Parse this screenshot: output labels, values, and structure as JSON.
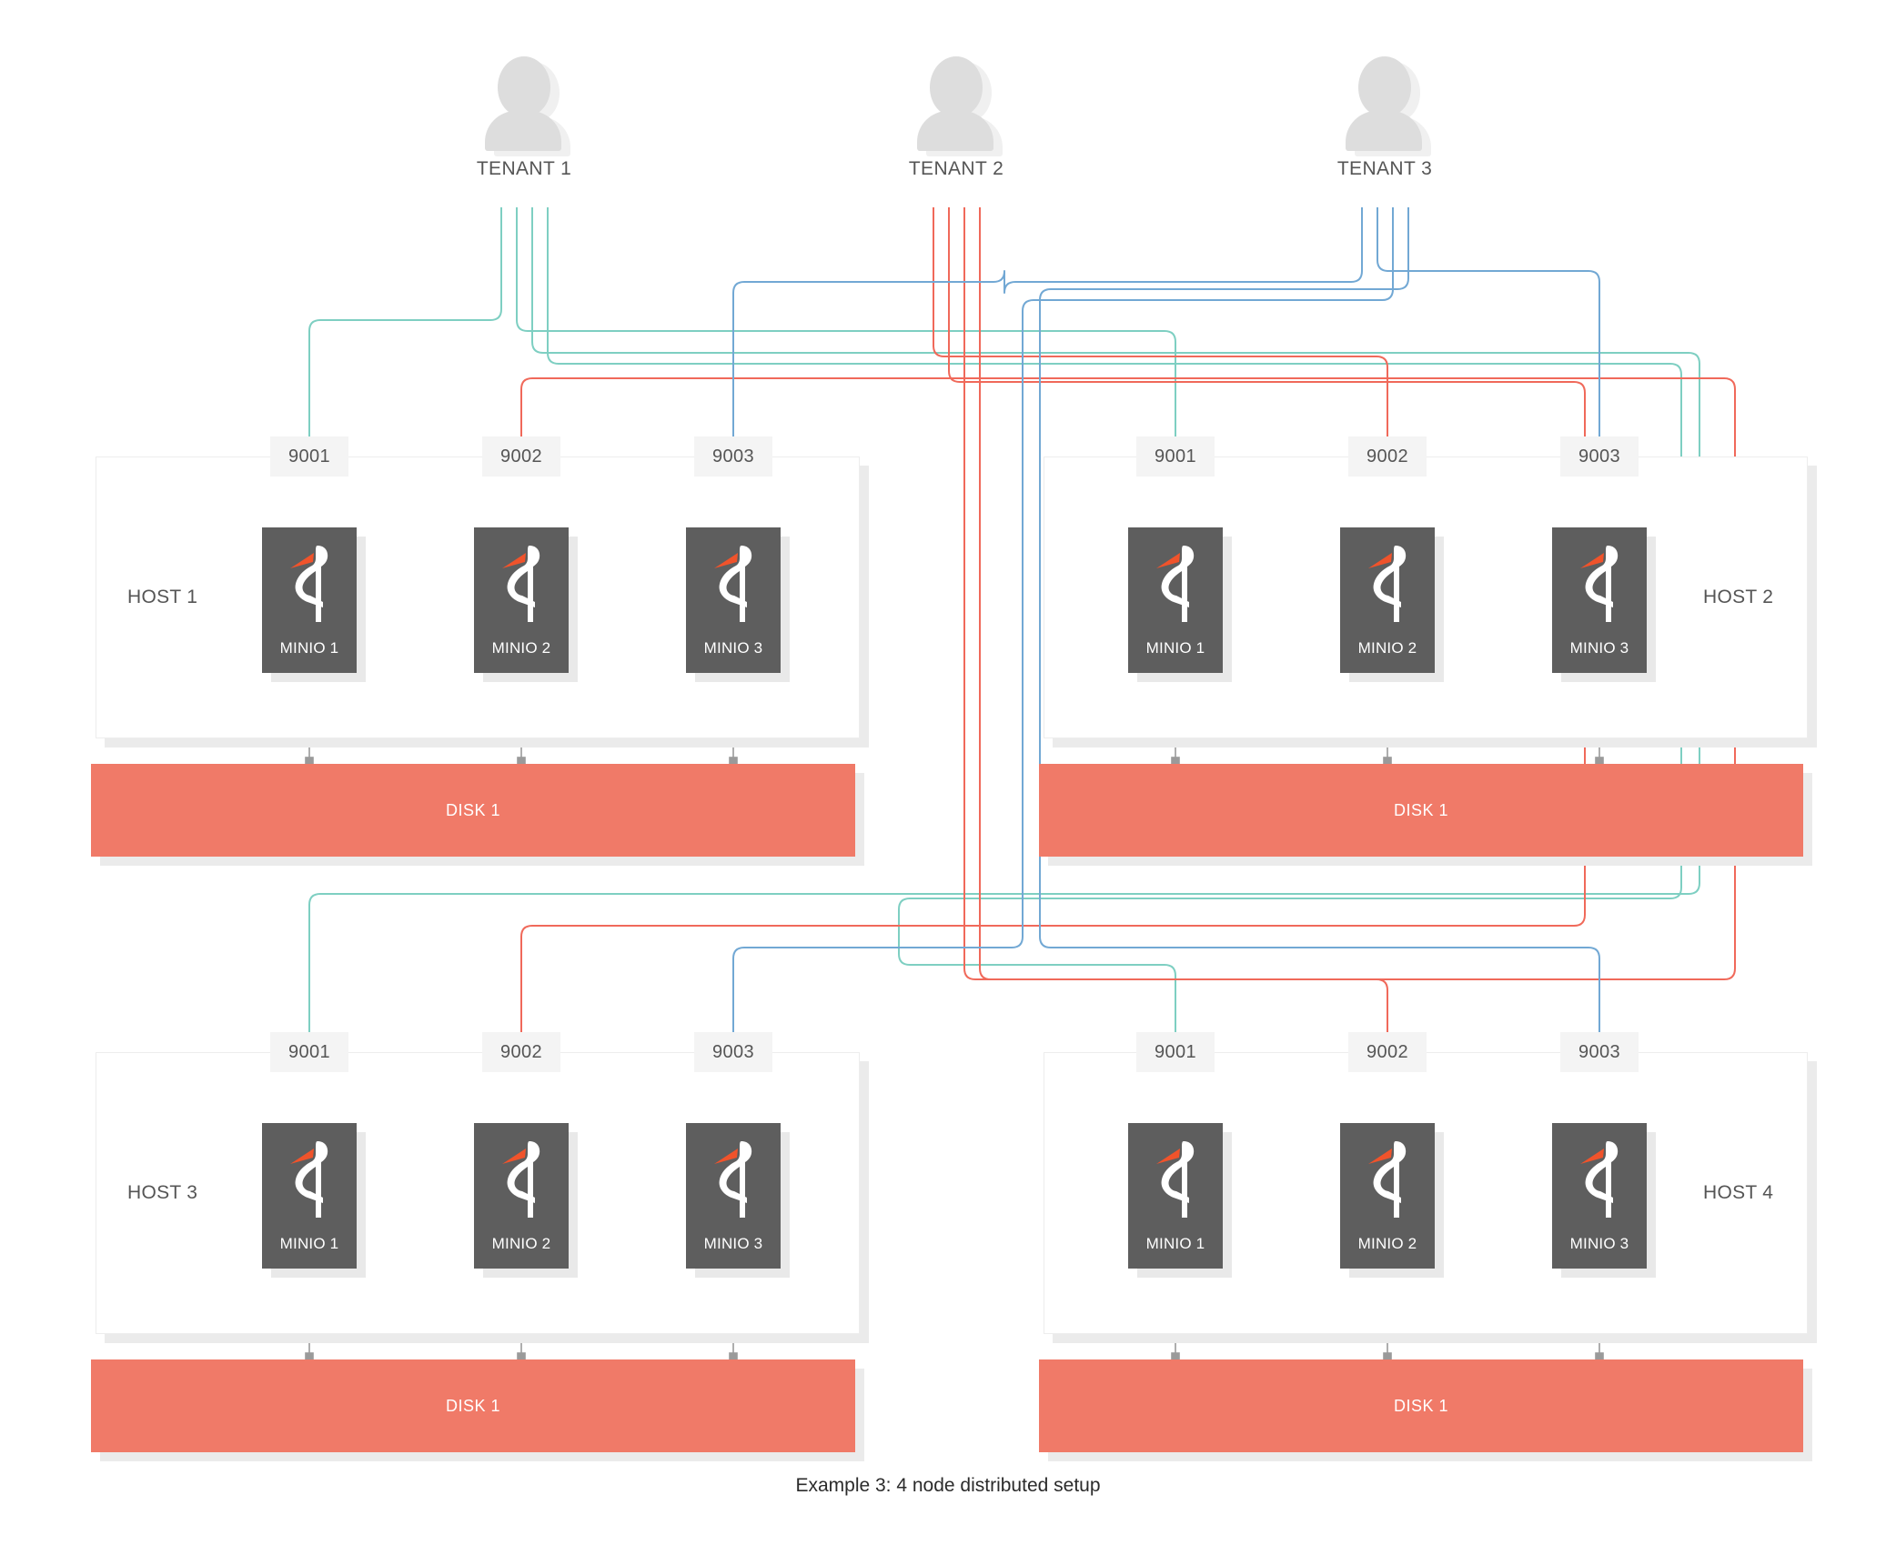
{
  "caption": "Example 3: 4 node distributed setup",
  "colors": {
    "tenant1": "#7ecfc2",
    "tenant2": "#f0695a",
    "tenant3": "#72a8d4",
    "disk": "#f07a68",
    "minio_box": "#5e5e5e",
    "minio_beak": "#f0532b",
    "port_chip": "#f4f4f4",
    "host_border": "#ededed",
    "shadow": "#ebebeb",
    "connector": "#9a9a9a",
    "text": "#555555"
  },
  "tenants": [
    {
      "label": "TENANT 1",
      "color": "#7ecfc2",
      "icon": "person-icon",
      "arrows": 4
    },
    {
      "label": "TENANT 2",
      "color": "#f0695a",
      "icon": "person-icon",
      "arrows": 4
    },
    {
      "label": "TENANT 3",
      "color": "#72a8d4",
      "icon": "person-icon",
      "arrows": 4
    }
  ],
  "hosts": [
    {
      "label": "HOST 1",
      "label_side": "left",
      "ports": [
        "9001",
        "9002",
        "9003"
      ],
      "port_colors": [
        "#7ecfc2",
        "#f0695a",
        "#72a8d4"
      ],
      "nodes": [
        "MINIO 1",
        "MINIO 2",
        "MINIO 3"
      ],
      "disk": "DISK 1"
    },
    {
      "label": "HOST 2",
      "label_side": "right",
      "ports": [
        "9001",
        "9002",
        "9003"
      ],
      "port_colors": [
        "#7ecfc2",
        "#f0695a",
        "#72a8d4"
      ],
      "nodes": [
        "MINIO 1",
        "MINIO 2",
        "MINIO 3"
      ],
      "disk": "DISK 1"
    },
    {
      "label": "HOST 3",
      "label_side": "left",
      "ports": [
        "9001",
        "9002",
        "9003"
      ],
      "port_colors": [
        "#7ecfc2",
        "#f0695a",
        "#72a8d4"
      ],
      "nodes": [
        "MINIO 1",
        "MINIO 2",
        "MINIO 3"
      ],
      "disk": "DISK 1"
    },
    {
      "label": "HOST 4",
      "label_side": "right",
      "ports": [
        "9001",
        "9002",
        "9003"
      ],
      "port_colors": [
        "#7ecfc2",
        "#f0695a",
        "#72a8d4"
      ],
      "nodes": [
        "MINIO 1",
        "MINIO 2",
        "MINIO 3"
      ],
      "disk": "DISK 1"
    }
  ]
}
